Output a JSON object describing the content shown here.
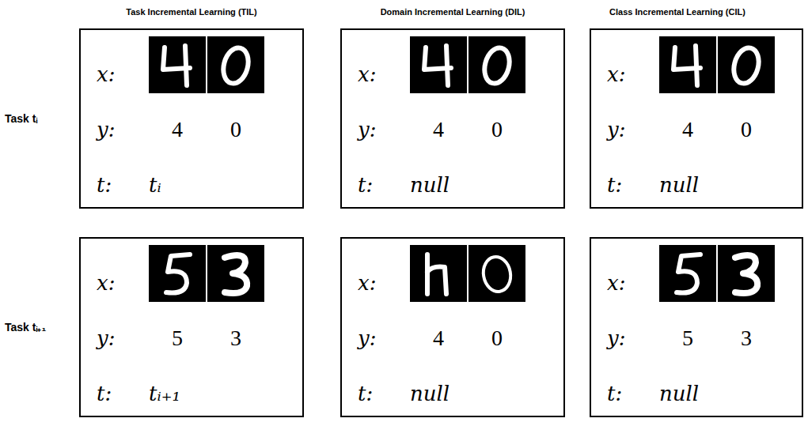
{
  "diagram": {
    "nodes": [
      {
        "text": [
          "x:",
          "y:",
          "4",
          "0",
          "t:",
          "tᵢ"
        ]
      },
      {
        "text": [
          "x:",
          "y:",
          "4",
          "0",
          "t:",
          "null"
        ]
      },
      {
        "text": [
          "x:",
          "y:",
          "4",
          "0",
          "t:",
          "null"
        ]
      },
      {
        "text": [
          "x:",
          "y:",
          "5",
          "3",
          "t:",
          "tᵢ₊₁"
        ]
      },
      {
        "text": [
          "x:",
          "y:",
          "4",
          "0",
          "t:",
          "null"
        ]
      },
      {
        "text": [
          "x:",
          "y:",
          "5",
          "3",
          "t:",
          "null"
        ]
      }
    ],
    "labels": [
      "Task Incremental Learning (TIL)",
      "Domain Incremental Learning (DIL)",
      "Class Incremental Learning (CIL)",
      "Task tᵢ",
      "Task tᵢ₊₁"
    ]
  }
}
